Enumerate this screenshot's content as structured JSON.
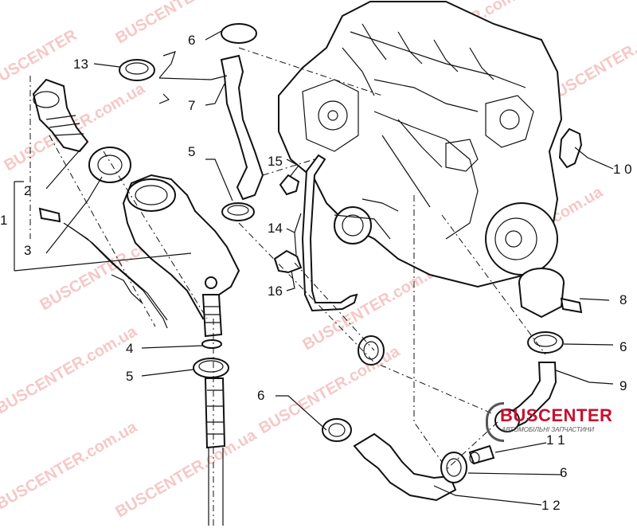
{
  "callouts": [
    {
      "id": "c1",
      "text": "1"
    },
    {
      "id": "c2",
      "text": "2"
    },
    {
      "id": "c3",
      "text": "3"
    },
    {
      "id": "c4",
      "text": "4"
    },
    {
      "id": "c5a",
      "text": "5"
    },
    {
      "id": "c5b",
      "text": "5"
    },
    {
      "id": "c6a",
      "text": "6"
    },
    {
      "id": "c6b",
      "text": "6"
    },
    {
      "id": "c6c",
      "text": "6"
    },
    {
      "id": "c6d",
      "text": "6"
    },
    {
      "id": "c7",
      "text": "7"
    },
    {
      "id": "c8",
      "text": "8"
    },
    {
      "id": "c9",
      "text": "9"
    },
    {
      "id": "c10",
      "text": "1 0"
    },
    {
      "id": "c11",
      "text": "1 1"
    },
    {
      "id": "c12",
      "text": "1 2"
    },
    {
      "id": "c13",
      "text": "13"
    },
    {
      "id": "c14",
      "text": "14"
    },
    {
      "id": "c15",
      "text": "15"
    },
    {
      "id": "c16",
      "text": "16"
    }
  ],
  "watermark": {
    "text_a": "BUSCENTER",
    "text_b": "BUSCENTER.com.ua",
    "text_c": "BUSCENTER.com.ua"
  },
  "brand": {
    "name": "BUSCENTER",
    "subtitle": "АВТОМОБІЛЬНІ ЗАПЧАСТИНИ",
    "accent_color": "#c8102e"
  }
}
